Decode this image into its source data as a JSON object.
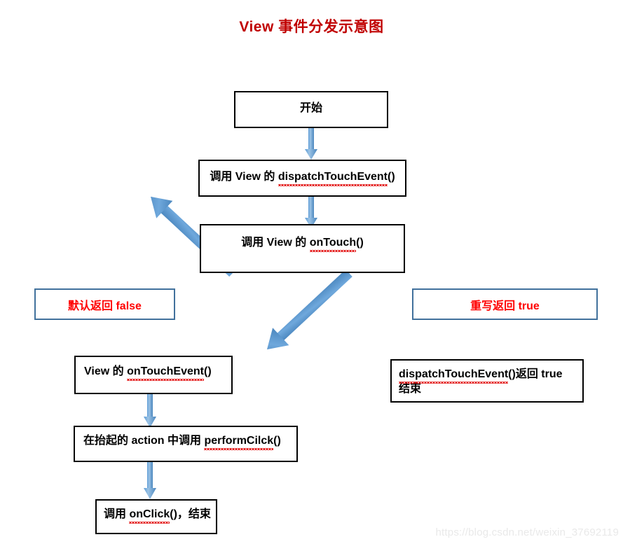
{
  "diagram": {
    "title": "View 事件分发示意图",
    "title_color": "#C00000",
    "arrow_color": "#5B9BD5",
    "box_border_color": "#000000",
    "label_border_color": "#41719C",
    "label_text_color": "#FF0000",
    "watermark": "https://blog.csdn.net/weixin_37692119",
    "nodes": {
      "start": {
        "text": "开始"
      },
      "dispatch": {
        "prefix": "调用 View 的 ",
        "method": "dispatchTouchEvent",
        "suffix": "()"
      },
      "ontouch": {
        "prefix": "调用 View 的 ",
        "method": "onTouch",
        "suffix": "()"
      },
      "ontouchevent": {
        "prefix": "View 的 ",
        "method": "onTouchEvent",
        "suffix": "()"
      },
      "perform": {
        "prefix": "在抬起的 action 中调用 ",
        "method": "performCilck",
        "suffix": "()"
      },
      "onclick": {
        "prefix": "调用 ",
        "method": "onClick",
        "suffix": "()，结束"
      },
      "dispatch_true": {
        "method": "dispatchTouchEvent",
        "suffix": "()返回 true",
        "line2": "结束"
      }
    },
    "labels": {
      "false_branch": "默认返回 false",
      "true_branch": "重写返回 true"
    },
    "edges": [
      {
        "name": "start-to-dispatch",
        "kind": "vertical-arrow"
      },
      {
        "name": "dispatch-to-ontouch",
        "kind": "vertical-arrow"
      },
      {
        "name": "ontouch-to-ontouchevent",
        "kind": "diagonal-arrow-left"
      },
      {
        "name": "ontouch-to-dispatch-true",
        "kind": "diagonal-arrow-right"
      },
      {
        "name": "ontouchevent-to-perform",
        "kind": "vertical-arrow"
      },
      {
        "name": "perform-to-onclick",
        "kind": "vertical-arrow"
      }
    ]
  }
}
